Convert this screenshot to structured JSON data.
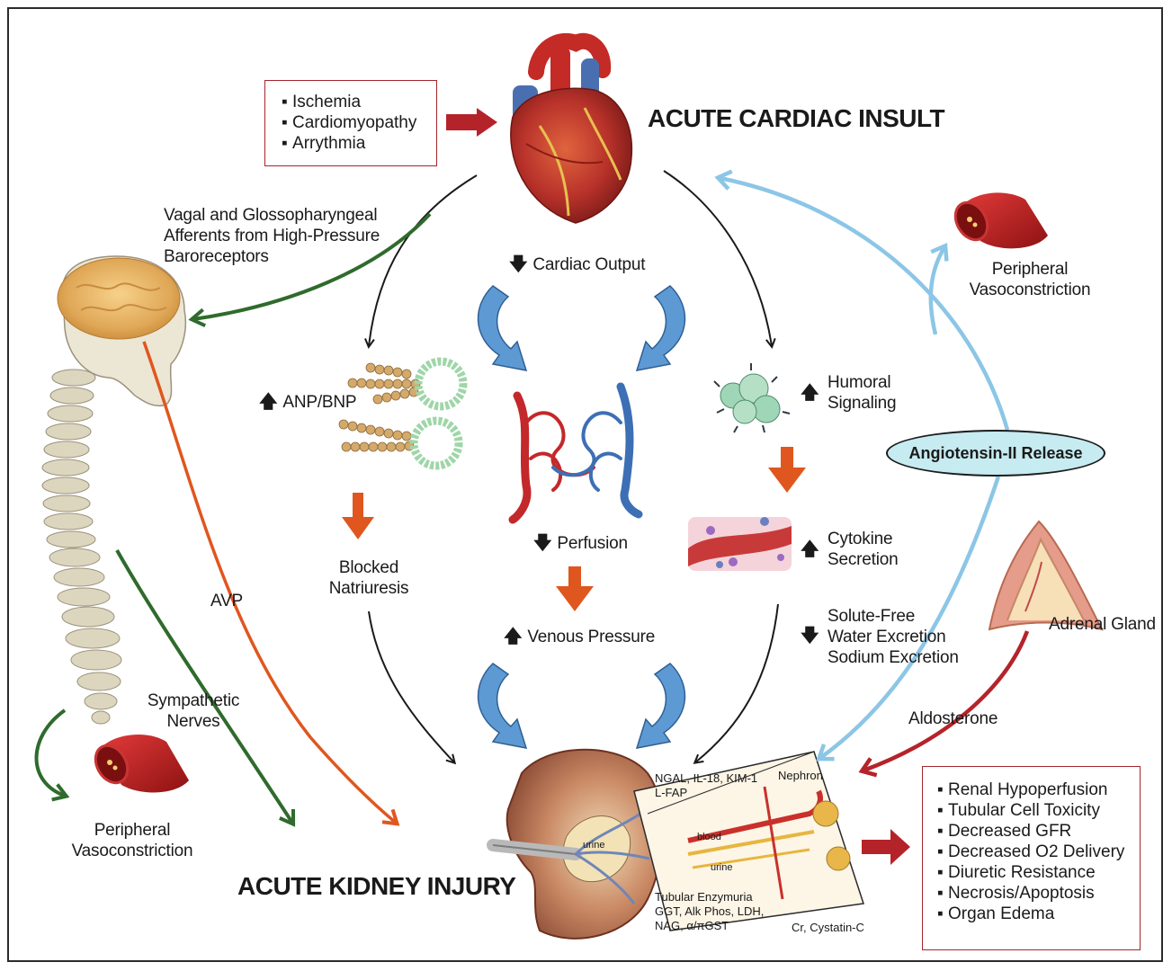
{
  "titles": {
    "cardiac": "ACUTE CARDIAC INSULT",
    "kidney": "ACUTE KIDNEY INJURY"
  },
  "insult_box": [
    "Ischemia",
    "Cardiomyopathy",
    "Arrythmia"
  ],
  "outcome_box": [
    "Renal Hypoperfusion",
    "Tubular Cell Toxicity",
    "Decreased GFR",
    "Decreased O2 Delivery",
    "Diuretic Resistance",
    "Necrosis/Apoptosis",
    "Organ Edema"
  ],
  "labels": {
    "vagal": [
      "Vagal and Glossopharyngeal",
      "Afferents from High-Pressure",
      "Baroreceptors"
    ],
    "cardiac_output": "Cardiac Output",
    "anp_bnp": "ANP/BNP",
    "blocked": [
      "Blocked",
      "Natriuresis"
    ],
    "perfusion": "Perfusion",
    "venous_pressure": "Venous Pressure",
    "humoral": [
      "Humoral",
      "Signaling"
    ],
    "cytokine": [
      "Cytokine",
      "Secretion"
    ],
    "solute": [
      "Solute-Free",
      "Water Excretion",
      "Sodium Excretion"
    ],
    "angiotensin": "Angiotensin-II Release",
    "periph_right": [
      "Peripheral",
      "Vasoconstriction"
    ],
    "periph_left": [
      "Peripheral",
      "Vasoconstriction"
    ],
    "adrenal": "Adrenal Gland",
    "aldosterone": "Aldosterone",
    "avp": "AVP",
    "sympathetic": [
      "Sympathetic",
      "Nerves"
    ],
    "biomarkers": [
      "NGAL, IL-18, KIM-1",
      "L-FAP"
    ],
    "nephron": "Nephron",
    "blood": "blood",
    "urine": "urine",
    "urine2": "urine",
    "tubular": [
      "Tubular Enzymuria",
      "GGT, Alk Phos, LDH,",
      "NAG, α/πGST"
    ],
    "creatinine": "Cr, Cystatin-C"
  },
  "colors": {
    "red_arrow": "#b5232a",
    "orange_arrow": "#e0561f",
    "green_arrow": "#2f6b2c",
    "blue_arrow": "#8cc6e6",
    "blue_curl": "#5d9ad4",
    "border": "#a3262a"
  }
}
